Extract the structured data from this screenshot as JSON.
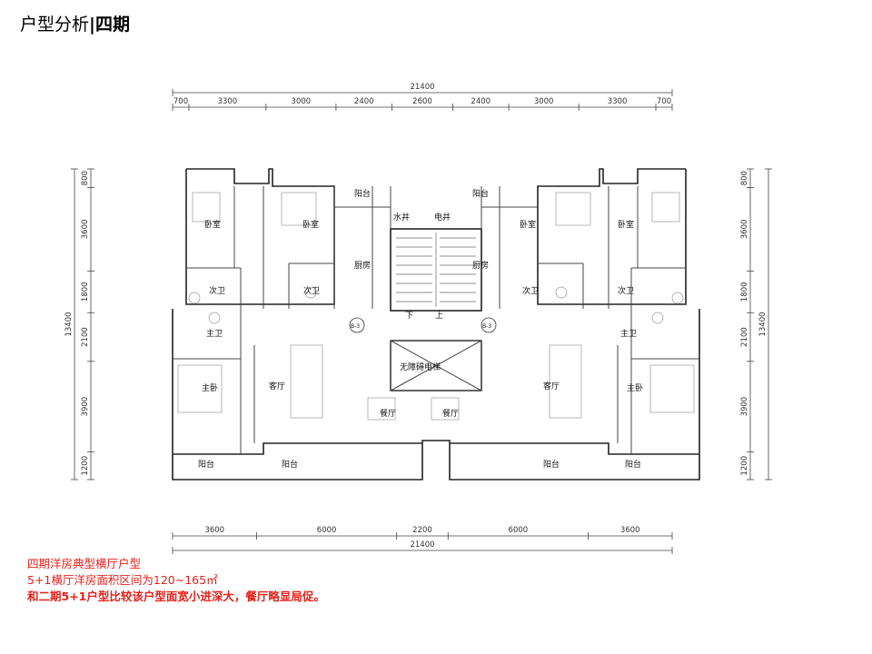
{
  "title": {
    "main": "户型分析",
    "separator": "|",
    "phase": "四期"
  },
  "dimensions": {
    "top_total": "21400",
    "top_segments": [
      "700",
      "3300",
      "3000",
      "2400",
      "2600",
      "2400",
      "3000",
      "3300",
      "700"
    ],
    "bottom_segments": [
      "3600",
      "6000",
      "2200",
      "6000",
      "3600"
    ],
    "bottom_total": "21400",
    "left_segments": [
      "800",
      "3600",
      "1800",
      "2100",
      "3900",
      "1200"
    ],
    "left_total": "13400",
    "right_segments": [
      "800",
      "3600",
      "1800",
      "2100",
      "3900",
      "1200"
    ],
    "right_total": "13400"
  },
  "rooms": {
    "bedroom": "卧室",
    "second_bath": "次卫",
    "main_bath": "主卫",
    "master_bedroom": "主卧",
    "living": "客厅",
    "dining": "餐厅",
    "balcony": "阳台",
    "kitchen": "厨房",
    "water_shaft": "水井",
    "elec_shaft": "电井",
    "elevator": "无障碍电梯",
    "down": "下",
    "up": "上",
    "unit_tag_left": "B-3",
    "unit_tag_right": "B-3"
  },
  "notes": {
    "line1": "四期洋房典型横厅户型",
    "line2": "5+1横厅洋房面积区间为120~165㎡",
    "line3": "和二期5+1户型比较该户型面宽小进深大，餐厅略显局促。"
  },
  "colors": {
    "notes": "#e8201a",
    "lines": "#333333"
  }
}
